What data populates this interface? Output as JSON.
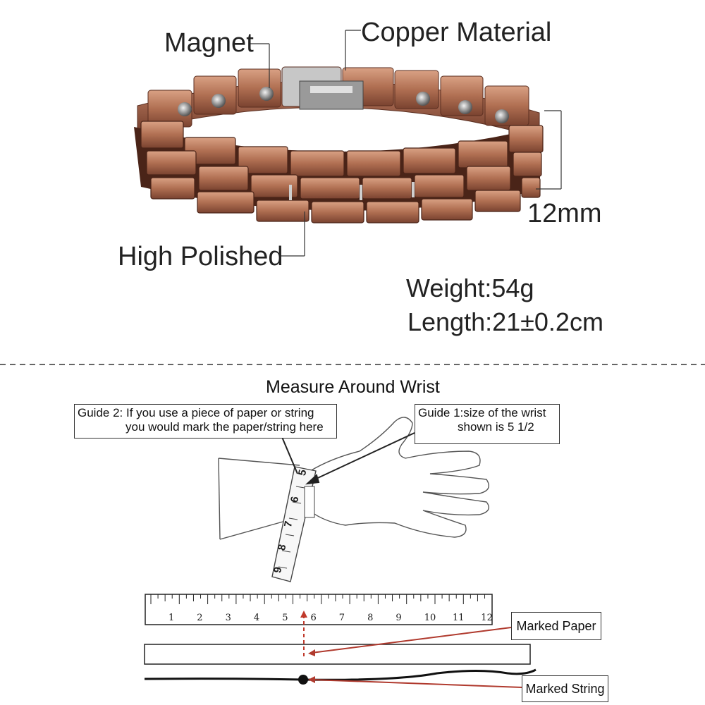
{
  "product": {
    "callouts": {
      "magnet": "Magnet",
      "copper": "Copper Material",
      "polished": "High Polished",
      "width": "12mm"
    },
    "specs": {
      "weight": "Weight:54g",
      "length": "Length:21±0.2cm"
    }
  },
  "measure": {
    "title": "Measure Around Wrist",
    "guide2_line1": "Guide 2: If you use a piece of paper or string",
    "guide2_line2": "you would mark the paper/string here",
    "guide1_line1": "Guide 1:size of the wrist",
    "guide1_line2": "shown is 5 1/2",
    "tape_numbers": [
      "5",
      "6",
      "7",
      "8",
      "9"
    ],
    "ruler_numbers": [
      "1",
      "2",
      "3",
      "4",
      "5",
      "6",
      "7",
      "8",
      "9",
      "10",
      "11",
      "12"
    ],
    "marked_paper": "Marked Paper",
    "marked_string": "Marked String"
  },
  "colors": {
    "copper_light": "#c98a6c",
    "copper_dark": "#6e3a2a",
    "arrow_red": "#c0392b"
  }
}
